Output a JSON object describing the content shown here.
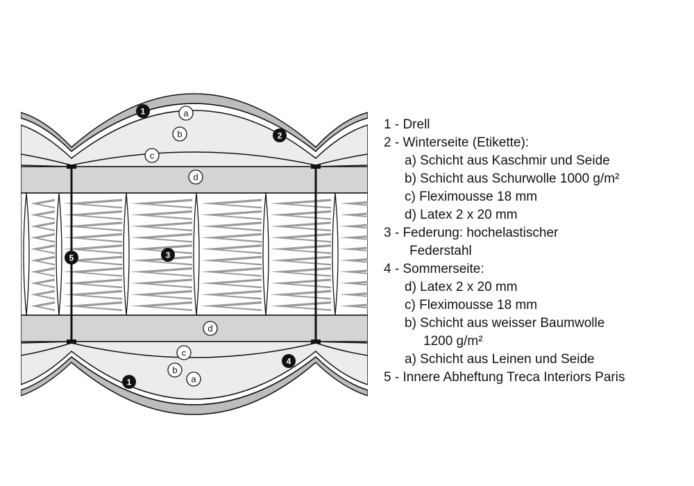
{
  "legend": [
    "1 - Drell",
    "2 - Winterseite (Etikette):",
    "a) Schicht aus Kaschmir und Seide",
    "b) Schicht aus Schurwolle 1000 g/m²",
    "c) Fleximousse 18 mm",
    "d) Latex 2 x 20 mm",
    "3 - Federung: hochelastischer",
    "Federstahl",
    "4 - Sommerseite:",
    "d) Latex 2 x 20 mm",
    "c) Fleximousse 18 mm",
    "b) Schicht aus weisser Baumwolle",
    "1200 g/m²",
    "a) Schicht aus Leinen und Seide",
    "5 - Innere Abheftung Treca Interiors Paris"
  ],
  "callouts": {
    "drell_top": "1",
    "winterseite": "2",
    "federung": "3",
    "sommerseite": "4",
    "abheftung": "5",
    "drell_bottom": "1"
  },
  "letters": {
    "top_a": "a",
    "top_b": "b",
    "top_c": "c",
    "top_d": "d",
    "bottom_d": "d",
    "bottom_c": "c",
    "bottom_b": "b",
    "bottom_a": "a"
  },
  "colors": {
    "outline": "#111111",
    "layer_fill": "#e8e8e8",
    "latex_fill": "#d4d4d4",
    "cover_fill": "#bdbdbd",
    "callout_fill": "#111111",
    "letter_fill": "#ffffff"
  }
}
